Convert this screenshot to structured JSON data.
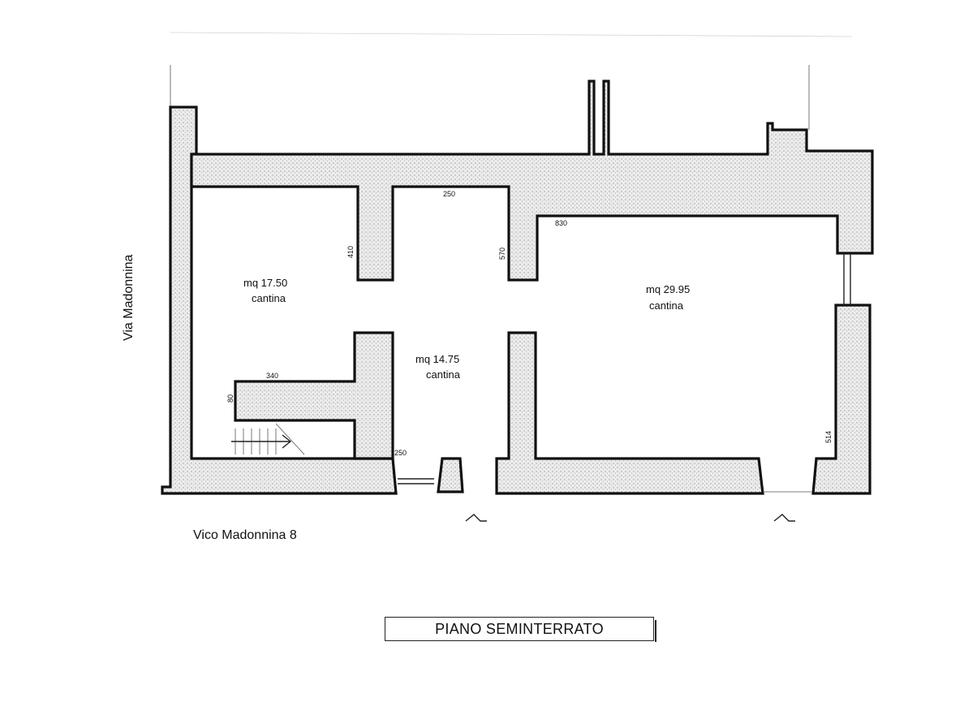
{
  "plan": {
    "title": "PIANO SEMINTERRATO",
    "streets": {
      "left": "Via Madonnina",
      "bottom": "Vico Madonnina 8"
    },
    "rooms": [
      {
        "id": "room-left",
        "area": "mq 17.50",
        "name": "cantina"
      },
      {
        "id": "room-middle",
        "area": "mq 14.75",
        "name": "cantina"
      },
      {
        "id": "room-right",
        "area": "mq 29.95",
        "name": "cantina"
      }
    ],
    "dimensions": {
      "d250_top": "250",
      "d830": "830",
      "d410": "410",
      "d570": "570",
      "d340": "340",
      "d80": "80",
      "d250_bottom": "250",
      "d514": "514"
    },
    "colors": {
      "wall_line": "#111111",
      "wall_fill": "#cfcfcf",
      "background": "#ffffff"
    }
  }
}
